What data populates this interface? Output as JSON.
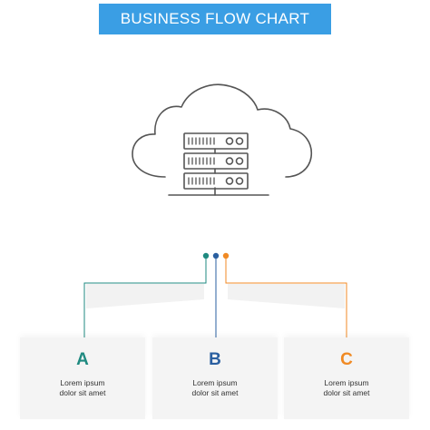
{
  "title": "BUSINESS FLOW CHART",
  "colors": {
    "banner": "#3a9ee4",
    "icon_stroke": "#555555",
    "a": "#1f8a80",
    "b": "#2a5fa0",
    "c": "#f08a24"
  },
  "icon": "cloud-server-icon",
  "steps": [
    {
      "letter": "A",
      "line1": "Lorem ipsum",
      "line2": "dolor sit amet"
    },
    {
      "letter": "B",
      "line1": "Lorem ipsum",
      "line2": "dolor sit amet"
    },
    {
      "letter": "C",
      "line1": "Lorem ipsum",
      "line2": "dolor sit amet"
    }
  ]
}
